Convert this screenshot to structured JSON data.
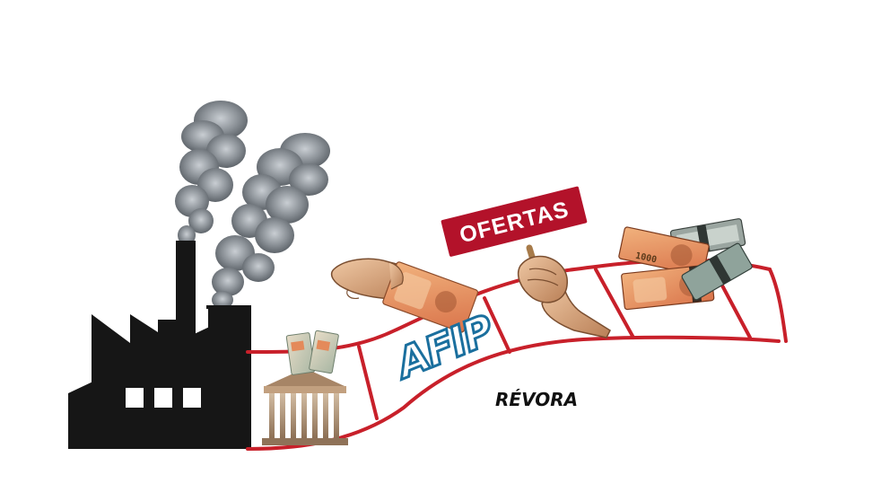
{
  "sign": {
    "label": "OFERTAS",
    "color": "#b3122a"
  },
  "logo": {
    "label": "AFIP",
    "color": "#1a6f9e"
  },
  "signature": {
    "label": "RÉVORA"
  },
  "banknote": {
    "denomination": "1000"
  },
  "colors": {
    "factory": "#161616",
    "track": "#c8202a",
    "smoke": "#7d8288",
    "skin": "#d9a47c",
    "banknote_orange": "#e8915a",
    "banknote_teal": "#7fb3a8",
    "building": "#b29577"
  }
}
